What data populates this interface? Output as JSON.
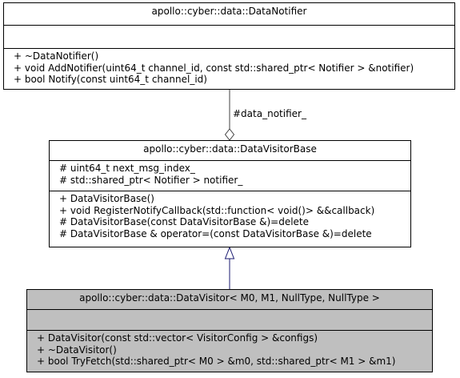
{
  "classes": {
    "notifier": {
      "name": "apollo::cyber::data::DataNotifier",
      "attributes": [],
      "methods": [
        "+ ~DataNotifier()",
        "+ void AddNotifier(uint64_t channel_id, const std::shared_ptr< Notifier > &notifier)",
        "+ bool Notify(const uint64_t channel_id)"
      ]
    },
    "visitor_base": {
      "name": "apollo::cyber::data::DataVisitorBase",
      "attributes": [
        "# uint64_t next_msg_index_",
        "# std::shared_ptr< Notifier > notifier_"
      ],
      "methods": [
        "+ DataVisitorBase()",
        "+ void RegisterNotifyCallback(std::function< void()> &&callback)",
        "# DataVisitorBase(const DataVisitorBase &)=delete",
        "# DataVisitorBase & operator=(const DataVisitorBase &)=delete"
      ]
    },
    "visitor": {
      "name": "apollo::cyber::data::DataVisitor< M0, M1, NullType, NullType >",
      "attributes": [],
      "methods": [
        "+ DataVisitor(const std::vector< VisitorConfig > &configs)",
        "+ ~DataVisitor()",
        "+ bool TryFetch(std::shared_ptr< M0 > &m0, std::shared_ptr< M1 > &m1)"
      ]
    }
  },
  "relations": {
    "aggregation_label": "#data_notifier_"
  },
  "colors": {
    "aggregation_line": "#404040",
    "inheritance_line": "#191970",
    "highlight_fill": "#bfbfbf"
  }
}
